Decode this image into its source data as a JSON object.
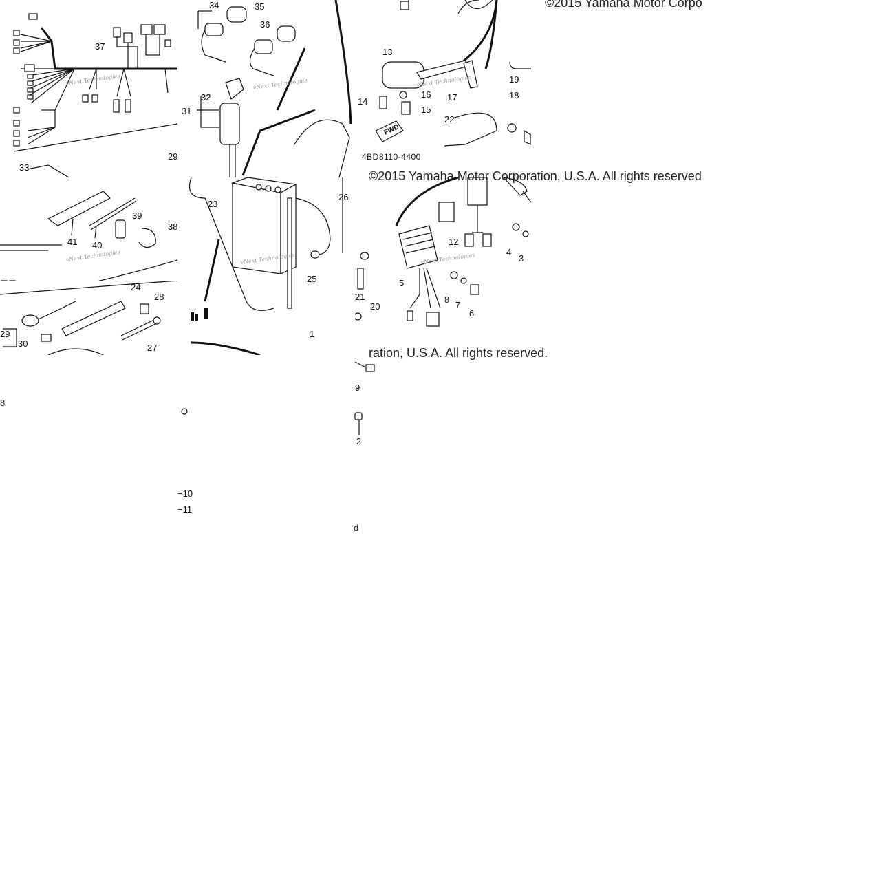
{
  "copyright": {
    "top_right": "©2015 Yamaha Motor Corpo",
    "middle": "©2015 Yamaha Motor Corporation, U.S.A. All rights reserved",
    "lower": "ration, U.S.A. All rights reserved."
  },
  "watermark": "vNext Technologies",
  "part_code": "4BD8110-4400",
  "fwd_label": "FWD",
  "callouts": {
    "c1": "1",
    "c2": "2",
    "c3": "3",
    "c4": "4",
    "c5": "5",
    "c6": "6",
    "c7": "7",
    "c8": "8",
    "c9": "9",
    "c10": "10",
    "c11": "11",
    "c12": "12",
    "c13": "13",
    "c14": "14",
    "c15": "15",
    "c16": "16",
    "c17": "17",
    "c18": "18",
    "c19": "19",
    "c20": "20",
    "c21": "21",
    "c22": "22",
    "c23": "23",
    "c24": "24",
    "c25": "25",
    "c26": "26",
    "c27": "27",
    "c28": "28",
    "c29": "29",
    "c30": "30",
    "c31": "31",
    "c32": "32",
    "c33": "33",
    "c34": "34",
    "c35": "35",
    "c36": "36",
    "c37": "37",
    "c38": "38",
    "c39": "39",
    "c40": "40",
    "c41": "41"
  },
  "fragments": {
    "f8": "8",
    "f9": "9",
    "f10": "−10",
    "f11": "−11",
    "fd": "d",
    "f2": "2",
    "f19": "19",
    "f29": "29",
    "f18": "18"
  }
}
